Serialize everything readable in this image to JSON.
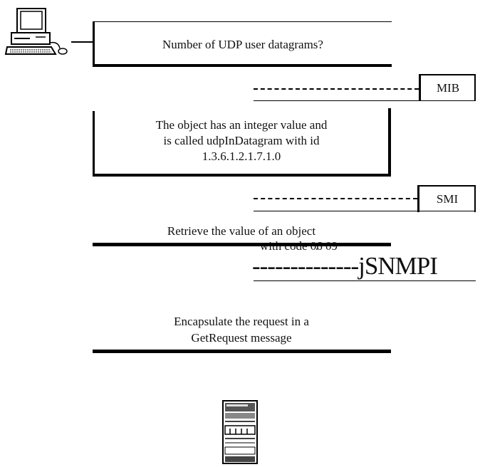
{
  "messages": {
    "question": "Number of UDP user datagrams?",
    "mib_reply_line1": "The object has an integer value and",
    "mib_reply_line2": "is called udpInDatagram with id",
    "mib_reply_line3": "1.3.6.1.2.1.7.1.0",
    "smi_reply_line1": "Retrieve the value of an object",
    "smi_reply_line2": "with code 06 09",
    "smi_reply_dot": ".",
    "snmp_reply_line1": "Encapsulate the request in a",
    "snmp_reply_line2": "GetRequest message"
  },
  "components": {
    "mib": "MIB",
    "smi": "SMI",
    "snmp": "--------------jSNMPI"
  },
  "icons": {
    "manager": "desktop-computer-icon",
    "agent": "server-rack-icon"
  }
}
